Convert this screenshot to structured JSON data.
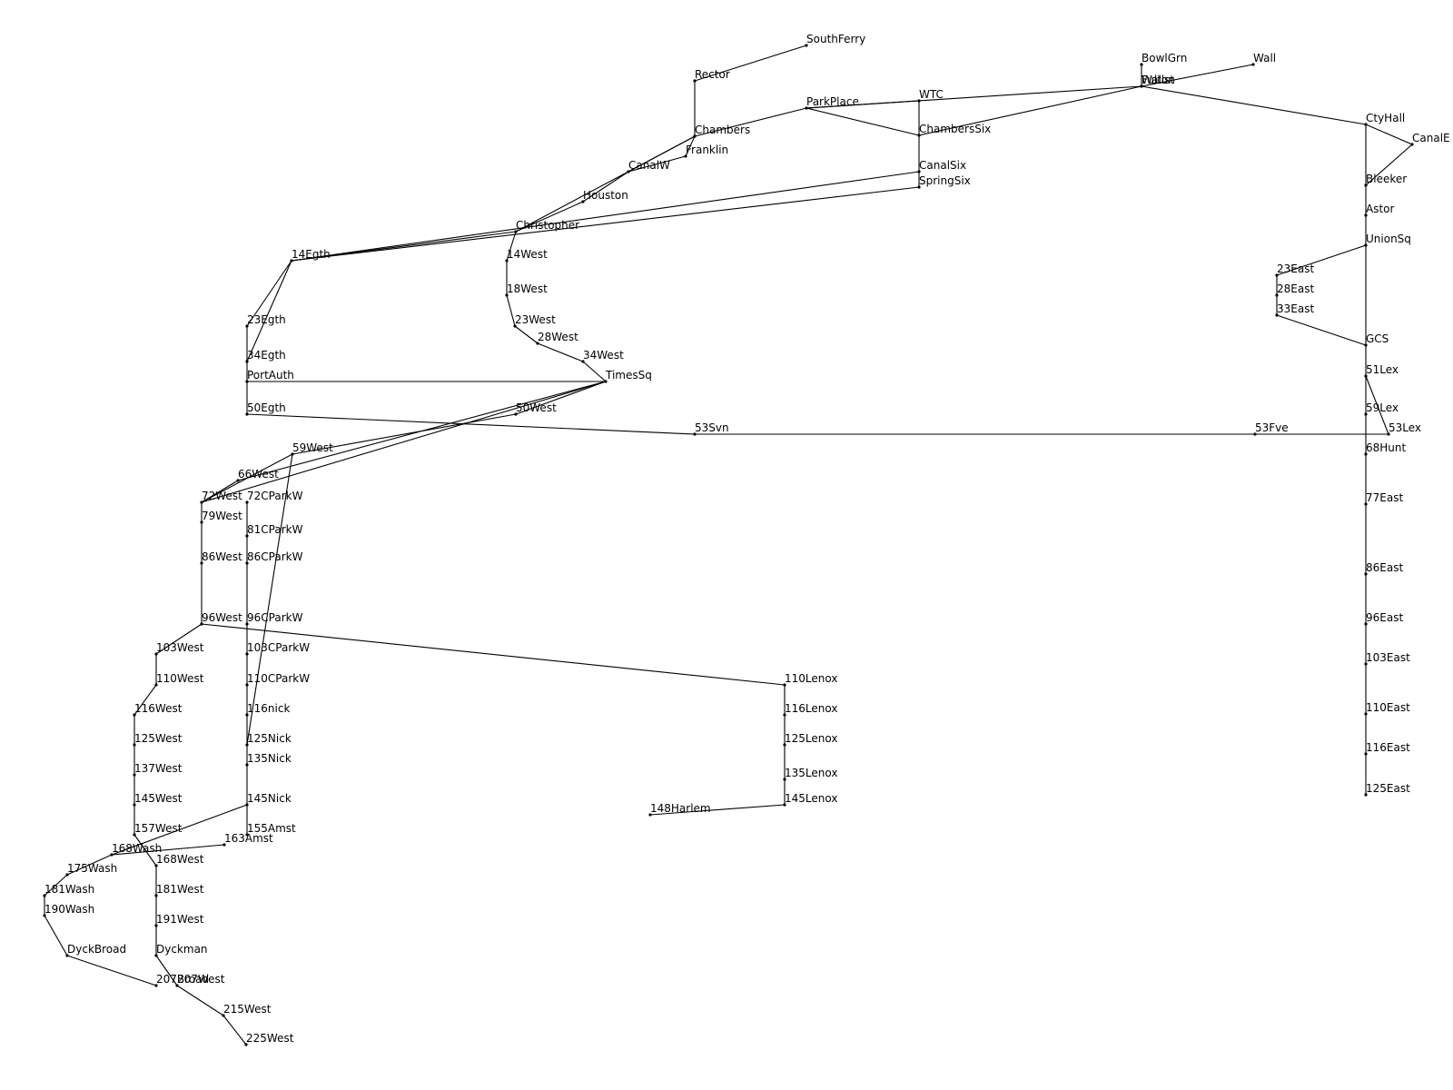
{
  "diagram": {
    "type": "subway-network-graph",
    "colors": {
      "line": "#000000",
      "text": "#000000",
      "background": "#ffffff"
    },
    "stations": [
      {
        "id": "SouthFerry",
        "label": "SouthFerry"
      },
      {
        "id": "Rector",
        "label": "Rector"
      },
      {
        "id": "Chambers",
        "label": "Chambers"
      },
      {
        "id": "Franklin",
        "label": "Franklin"
      },
      {
        "id": "CanalW",
        "label": "CanalW"
      },
      {
        "id": "Houston",
        "label": "Houston"
      },
      {
        "id": "Christopher",
        "label": "Christopher"
      },
      {
        "id": "14West",
        "label": "14West"
      },
      {
        "id": "18West",
        "label": "18West"
      },
      {
        "id": "23West",
        "label": "23West"
      },
      {
        "id": "28West",
        "label": "28West"
      },
      {
        "id": "34West",
        "label": "34West"
      },
      {
        "id": "TimesSq",
        "label": "TimesSq"
      },
      {
        "id": "50West",
        "label": "50West"
      },
      {
        "id": "59West",
        "label": "59West"
      },
      {
        "id": "66West",
        "label": "66West"
      },
      {
        "id": "72West",
        "label": "72West"
      },
      {
        "id": "79West",
        "label": "79West"
      },
      {
        "id": "86West",
        "label": "86West"
      },
      {
        "id": "96West",
        "label": "96West"
      },
      {
        "id": "103West",
        "label": "103West"
      },
      {
        "id": "110West",
        "label": "110West"
      },
      {
        "id": "116West",
        "label": "116West"
      },
      {
        "id": "125West",
        "label": "125West"
      },
      {
        "id": "137West",
        "label": "137West"
      },
      {
        "id": "145West",
        "label": "145West"
      },
      {
        "id": "157West",
        "label": "157West"
      },
      {
        "id": "168West",
        "label": "168West"
      },
      {
        "id": "181West",
        "label": "181West"
      },
      {
        "id": "191West",
        "label": "191West"
      },
      {
        "id": "Dyckman",
        "label": "Dyckman"
      },
      {
        "id": "207West",
        "label": "207West"
      },
      {
        "id": "215West",
        "label": "215West"
      },
      {
        "id": "225West",
        "label": "225West"
      },
      {
        "id": "168Wash",
        "label": "168Wash"
      },
      {
        "id": "175Wash",
        "label": "175Wash"
      },
      {
        "id": "181Wash",
        "label": "181Wash"
      },
      {
        "id": "190Wash",
        "label": "190Wash"
      },
      {
        "id": "DyckBroad",
        "label": "DyckBroad"
      },
      {
        "id": "207Broad",
        "label": "207Broad"
      },
      {
        "id": "14Egth",
        "label": "14Egth"
      },
      {
        "id": "23Egth",
        "label": "23Egth"
      },
      {
        "id": "34Egth",
        "label": "34Egth"
      },
      {
        "id": "PortAuth",
        "label": "PortAuth"
      },
      {
        "id": "50Egth",
        "label": "50Egth"
      },
      {
        "id": "72CParkW",
        "label": "72CParkW"
      },
      {
        "id": "81CParkW",
        "label": "81CParkW"
      },
      {
        "id": "86CParkW",
        "label": "86CParkW"
      },
      {
        "id": "96CParkW",
        "label": "96CParkW"
      },
      {
        "id": "103CParkW",
        "label": "103CParkW"
      },
      {
        "id": "110CParkW",
        "label": "110CParkW"
      },
      {
        "id": "116nick",
        "label": "116nick"
      },
      {
        "id": "125Nick",
        "label": "125Nick"
      },
      {
        "id": "135Nick",
        "label": "135Nick"
      },
      {
        "id": "145Nick",
        "label": "145Nick"
      },
      {
        "id": "155Amst",
        "label": "155Amst"
      },
      {
        "id": "163Amst",
        "label": "163Amst"
      },
      {
        "id": "110Lenox",
        "label": "110Lenox"
      },
      {
        "id": "116Lenox",
        "label": "116Lenox"
      },
      {
        "id": "125Lenox",
        "label": "125Lenox"
      },
      {
        "id": "135Lenox",
        "label": "135Lenox"
      },
      {
        "id": "145Lenox",
        "label": "145Lenox"
      },
      {
        "id": "148Harlem",
        "label": "148Harlem"
      },
      {
        "id": "ParkPlace",
        "label": "ParkPlace"
      },
      {
        "id": "WTC",
        "label": "WTC"
      },
      {
        "id": "ChambersSix",
        "label": "ChambersSix"
      },
      {
        "id": "CanalSix",
        "label": "CanalSix"
      },
      {
        "id": "SpringSix",
        "label": "SpringSix"
      },
      {
        "id": "53Svn",
        "label": "53Svn"
      },
      {
        "id": "53Fve",
        "label": "53Fve"
      },
      {
        "id": "BowlGrn",
        "label": "BowlGrn"
      },
      {
        "id": "Wall",
        "label": "Wall"
      },
      {
        "id": "Fulton",
        "label": "Fulton"
      },
      {
        "id": "Wallst",
        "label": "Wallst"
      },
      {
        "id": "CtyHall",
        "label": "CtyHall"
      },
      {
        "id": "CanalE",
        "label": "CanalE"
      },
      {
        "id": "Bleeker",
        "label": "Bleeker"
      },
      {
        "id": "Astor",
        "label": "Astor"
      },
      {
        "id": "UnionSq",
        "label": "UnionSq"
      },
      {
        "id": "23East",
        "label": "23East"
      },
      {
        "id": "28East",
        "label": "28East"
      },
      {
        "id": "33East",
        "label": "33East"
      },
      {
        "id": "GCS",
        "label": "GCS"
      },
      {
        "id": "51Lex",
        "label": "51Lex"
      },
      {
        "id": "59Lex",
        "label": "59Lex"
      },
      {
        "id": "53Lex",
        "label": "53Lex"
      },
      {
        "id": "68Hunt",
        "label": "68Hunt"
      },
      {
        "id": "77East",
        "label": "77East"
      },
      {
        "id": "86East",
        "label": "86East"
      },
      {
        "id": "96East",
        "label": "96East"
      },
      {
        "id": "103East",
        "label": "103East"
      },
      {
        "id": "110East",
        "label": "110East"
      },
      {
        "id": "116East",
        "label": "116East"
      },
      {
        "id": "125East",
        "label": "125East"
      }
    ],
    "edges": [
      [
        "SouthFerry",
        "Rector"
      ],
      [
        "Rector",
        "Chambers"
      ],
      [
        "Chambers",
        "Franklin"
      ],
      [
        "Franklin",
        "CanalW"
      ],
      [
        "Chambers",
        "CanalW"
      ],
      [
        "CanalW",
        "Houston"
      ],
      [
        "Houston",
        "Christopher"
      ],
      [
        "Chambers",
        "Christopher"
      ],
      [
        "Christopher",
        "14West"
      ],
      [
        "14West",
        "18West"
      ],
      [
        "18West",
        "23West"
      ],
      [
        "23West",
        "28West"
      ],
      [
        "28West",
        "34West"
      ],
      [
        "34West",
        "TimesSq"
      ],
      [
        "TimesSq",
        "50West"
      ],
      [
        "TimesSq",
        "66West"
      ],
      [
        "TimesSq",
        "72West"
      ],
      [
        "TimesSq",
        "PortAuth"
      ],
      [
        "66West",
        "72West"
      ],
      [
        "72West",
        "79West"
      ],
      [
        "79West",
        "86West"
      ],
      [
        "86West",
        "96West"
      ],
      [
        "96West",
        "103West"
      ],
      [
        "103West",
        "110West"
      ],
      [
        "110West",
        "116West"
      ],
      [
        "116West",
        "125West"
      ],
      [
        "125West",
        "137West"
      ],
      [
        "137West",
        "145West"
      ],
      [
        "145West",
        "157West"
      ],
      [
        "157West",
        "168West"
      ],
      [
        "168West",
        "181West"
      ],
      [
        "181West",
        "191West"
      ],
      [
        "191West",
        "Dyckman"
      ],
      [
        "Dyckman",
        "207West"
      ],
      [
        "207West",
        "215West"
      ],
      [
        "215West",
        "225West"
      ],
      [
        "96West",
        "110Lenox"
      ],
      [
        "110Lenox",
        "116Lenox"
      ],
      [
        "116Lenox",
        "125Lenox"
      ],
      [
        "125Lenox",
        "135Lenox"
      ],
      [
        "135Lenox",
        "145Lenox"
      ],
      [
        "145Lenox",
        "148Harlem"
      ],
      [
        "145Nick",
        "168Wash"
      ],
      [
        "168Wash",
        "163Amst"
      ],
      [
        "168Wash",
        "175Wash"
      ],
      [
        "175Wash",
        "181Wash"
      ],
      [
        "181Wash",
        "190Wash"
      ],
      [
        "190Wash",
        "DyckBroad"
      ],
      [
        "DyckBroad",
        "207Broad"
      ],
      [
        "14Egth",
        "23Egth"
      ],
      [
        "14Egth",
        "34Egth"
      ],
      [
        "23Egth",
        "34Egth"
      ],
      [
        "34Egth",
        "PortAuth"
      ],
      [
        "PortAuth",
        "50Egth"
      ],
      [
        "50Egth",
        "53Svn"
      ],
      [
        "53Svn",
        "53Fve"
      ],
      [
        "53Fve",
        "53Lex"
      ],
      [
        "14Egth",
        "Christopher"
      ],
      [
        "14Egth",
        "CanalSix"
      ],
      [
        "14Egth",
        "SpringSix"
      ],
      [
        "72CParkW",
        "81CParkW"
      ],
      [
        "81CParkW",
        "86CParkW"
      ],
      [
        "86CParkW",
        "96CParkW"
      ],
      [
        "96CParkW",
        "103CParkW"
      ],
      [
        "103CParkW",
        "110CParkW"
      ],
      [
        "110CParkW",
        "116nick"
      ],
      [
        "116nick",
        "125Nick"
      ],
      [
        "125Nick",
        "135Nick"
      ],
      [
        "135Nick",
        "145Nick"
      ],
      [
        "145Nick",
        "155Amst"
      ],
      [
        "125Nick",
        "59West"
      ],
      [
        "59West",
        "50West"
      ],
      [
        "59West",
        "72West"
      ],
      [
        "Chambers",
        "ParkPlace"
      ],
      [
        "ParkPlace",
        "WTC"
      ],
      [
        "ParkPlace",
        "ChambersSix"
      ],
      [
        "ParkPlace",
        "Fulton"
      ],
      [
        "WTC",
        "ChambersSix"
      ],
      [
        "ChambersSix",
        "CanalSix"
      ],
      [
        "CanalSix",
        "SpringSix"
      ],
      [
        "ChambersSix",
        "Fulton"
      ],
      [
        "BowlGrn",
        "Fulton"
      ],
      [
        "Wall",
        "Fulton"
      ],
      [
        "Fulton",
        "CtyHall"
      ],
      [
        "CtyHall",
        "CanalE"
      ],
      [
        "CanalE",
        "Bleeker"
      ],
      [
        "CtyHall",
        "Bleeker"
      ],
      [
        "Bleeker",
        "Astor"
      ],
      [
        "Astor",
        "UnionSq"
      ],
      [
        "UnionSq",
        "23East"
      ],
      [
        "23East",
        "28East"
      ],
      [
        "28East",
        "33East"
      ],
      [
        "33East",
        "GCS"
      ],
      [
        "UnionSq",
        "GCS"
      ],
      [
        "GCS",
        "51Lex"
      ],
      [
        "51Lex",
        "59Lex"
      ],
      [
        "51Lex",
        "53Lex"
      ],
      [
        "59Lex",
        "68Hunt"
      ],
      [
        "68Hunt",
        "77East"
      ],
      [
        "77East",
        "86East"
      ],
      [
        "86East",
        "96East"
      ],
      [
        "96East",
        "103East"
      ],
      [
        "103East",
        "110East"
      ],
      [
        "110East",
        "116East"
      ],
      [
        "116East",
        "125East"
      ]
    ]
  }
}
